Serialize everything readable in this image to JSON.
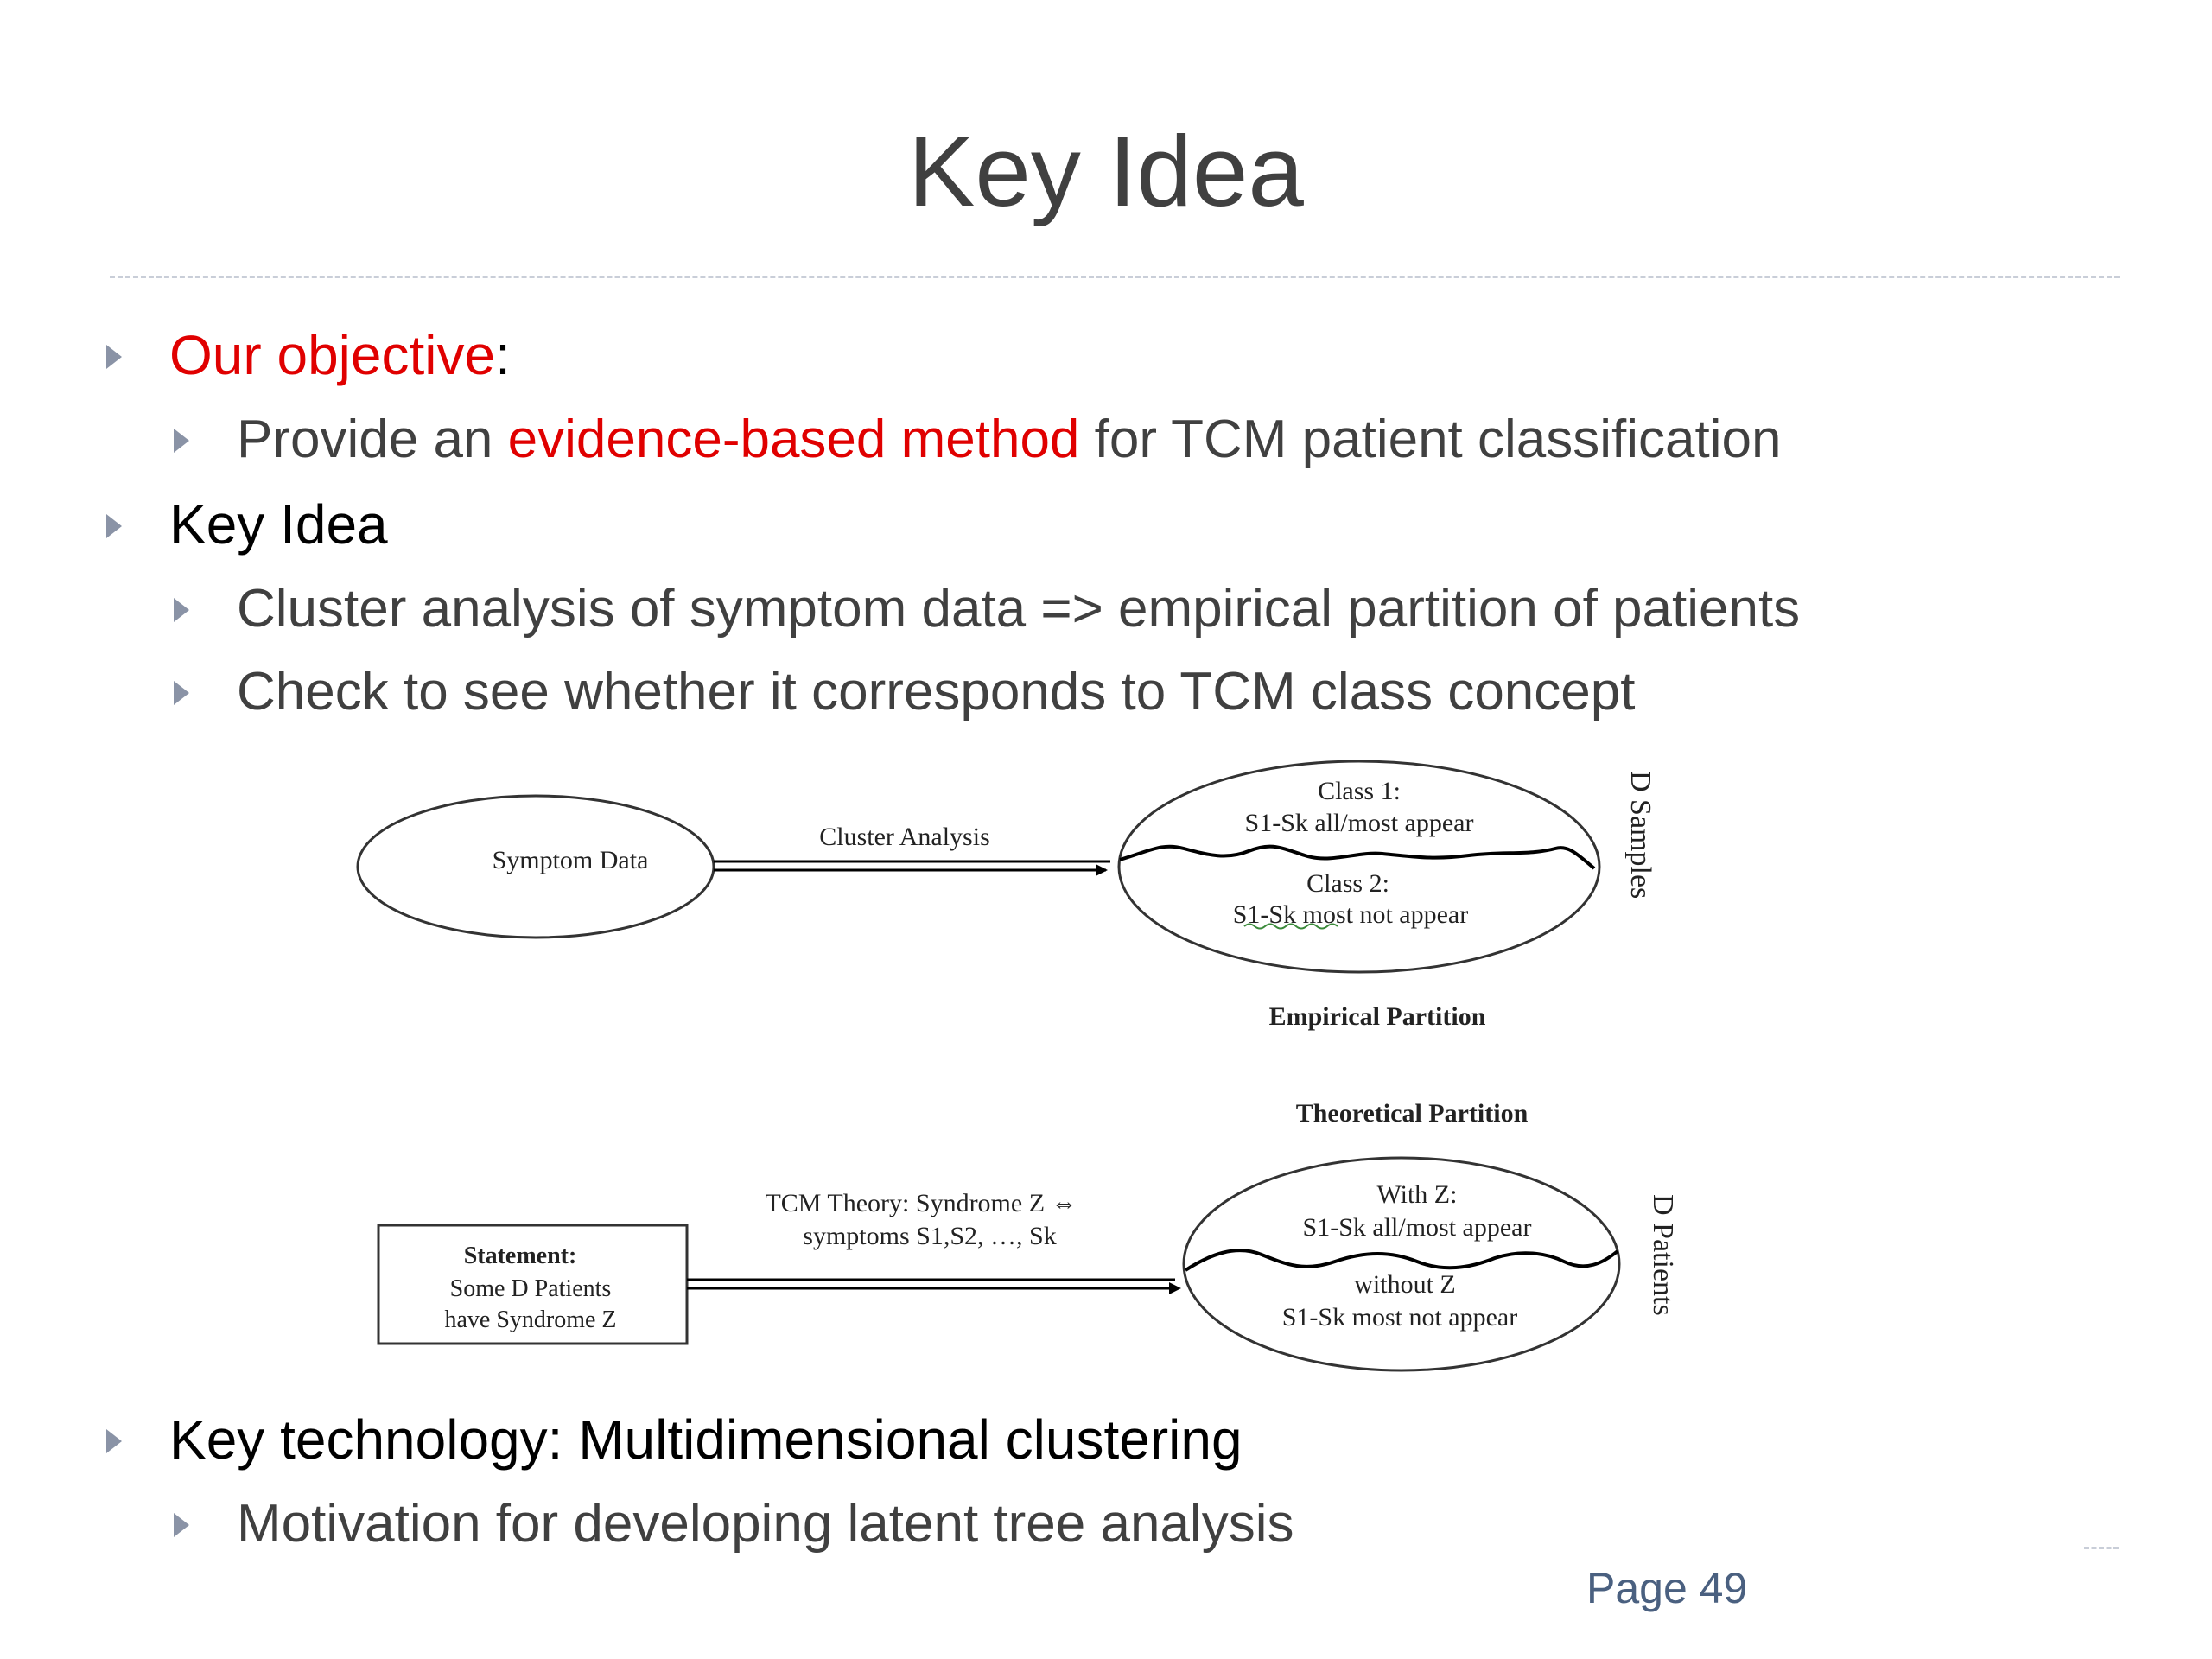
{
  "slide": {
    "title": "Key Idea",
    "page_label": "Page 49"
  },
  "bullets": {
    "objective_label": "Our objective",
    "objective_colon": ":",
    "objective_sub_prefix": "Provide an ",
    "objective_sub_highlight": "evidence-based method",
    "objective_sub_suffix": " for TCM patient classification",
    "key_idea": "Key Idea",
    "key_idea_sub1": "Cluster analysis of symptom data => empirical partition of patients",
    "key_idea_sub2": "Check to see whether it corresponds to TCM class concept",
    "key_tech": "Key technology:  Multidimensional clustering",
    "key_tech_sub": "Motivation for developing latent tree analysis"
  },
  "diagram": {
    "symptom_data": "Symptom Data",
    "cluster_analysis": "Cluster Analysis",
    "class1_title": "Class 1:",
    "class1_desc": "S1-Sk all/most appear",
    "class2_title": "Class 2:",
    "class2_desc": "S1-Sk  most not appear",
    "d_samples": "D Samples",
    "empirical_partition": "Empirical Partition",
    "theoretical_partition": "Theoretical Partition",
    "statement_title": "Statement:",
    "statement_line1": "Some D Patients",
    "statement_line2": "have Syndrome Z",
    "tcm_theory_line1": "TCM Theory:  Syndrome  Z ⇔",
    "tcm_theory_line2": "symptoms S1,S2, …, Sk",
    "with_z_title": "With Z:",
    "with_z_desc": "S1-Sk all/most appear",
    "without_z_title": "without  Z",
    "without_z_desc": "S1-Sk  most not appear",
    "d_patients": "D Patients"
  },
  "colors": {
    "highlight": "#e00000",
    "bullet_marker": "#8a93a6",
    "title": "#404040",
    "page_number": "#4a6080"
  }
}
